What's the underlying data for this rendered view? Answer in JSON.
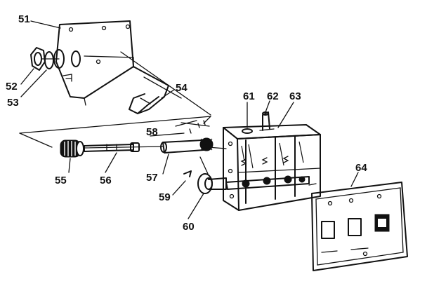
{
  "diagram": {
    "parts": [
      {
        "id": "51",
        "label": "51"
      },
      {
        "id": "52",
        "label": "52"
      },
      {
        "id": "53",
        "label": "53"
      },
      {
        "id": "54",
        "label": "54"
      },
      {
        "id": "55",
        "label": "55"
      },
      {
        "id": "56",
        "label": "56"
      },
      {
        "id": "57",
        "label": "57"
      },
      {
        "id": "58",
        "label": "58"
      },
      {
        "id": "59",
        "label": "59"
      },
      {
        "id": "60",
        "label": "60"
      },
      {
        "id": "61",
        "label": "61"
      },
      {
        "id": "62",
        "label": "62"
      },
      {
        "id": "63",
        "label": "63"
      },
      {
        "id": "64",
        "label": "64"
      }
    ]
  }
}
